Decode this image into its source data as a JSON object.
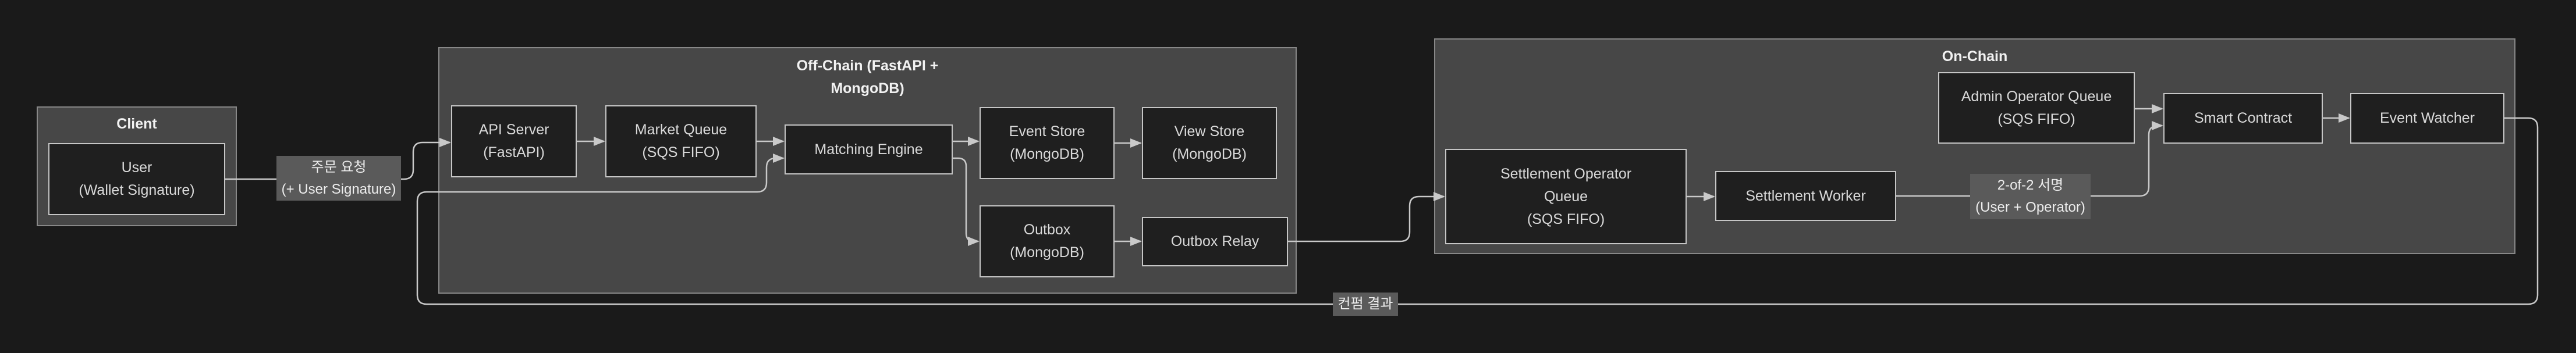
{
  "groups": {
    "client": {
      "title": "Client"
    },
    "offchain": {
      "title_line1": "Off-Chain (FastAPI +",
      "title_line2": "MongoDB)"
    },
    "onchain": {
      "title": "On-Chain"
    }
  },
  "nodes": {
    "user": {
      "line1": "User",
      "line2": "(Wallet Signature)"
    },
    "api_server": {
      "line1": "API Server",
      "line2": "(FastAPI)"
    },
    "market_queue": {
      "line1": "Market Queue",
      "line2": "(SQS FIFO)"
    },
    "matching_engine": {
      "line1": "Matching Engine"
    },
    "event_store": {
      "line1": "Event Store",
      "line2": "(MongoDB)"
    },
    "view_store": {
      "line1": "View Store",
      "line2": "(MongoDB)"
    },
    "outbox": {
      "line1": "Outbox",
      "line2": "(MongoDB)"
    },
    "outbox_relay": {
      "line1": "Outbox Relay"
    },
    "settlement_queue": {
      "line1": "Settlement Operator",
      "line2": "Queue",
      "line3": "(SQS FIFO)"
    },
    "settlement_worker": {
      "line1": "Settlement Worker"
    },
    "admin_queue": {
      "line1": "Admin Operator Queue",
      "line2": "(SQS FIFO)"
    },
    "smart_contract": {
      "line1": "Smart Contract"
    },
    "event_watcher": {
      "line1": "Event Watcher"
    }
  },
  "edge_labels": {
    "order_request": {
      "line1": "주문 요청",
      "line2": "(+ User Signature)"
    },
    "two_of_two": {
      "line1": "2-of-2 서명",
      "line2": "(User + Operator)"
    },
    "confirm_result": {
      "line1": "컨펌 결과"
    }
  },
  "colors": {
    "background": "#1a1a1a",
    "group_fill": "#474747",
    "group_border": "#888888",
    "node_fill": "#1f1f1f",
    "node_border": "#c6c6c6",
    "node_text": "#d9d9d9",
    "title_text": "#f2f2f2",
    "edge_line": "#c9c9c9",
    "label_bg": "#5a5a5a",
    "label_text": "#ededed"
  }
}
